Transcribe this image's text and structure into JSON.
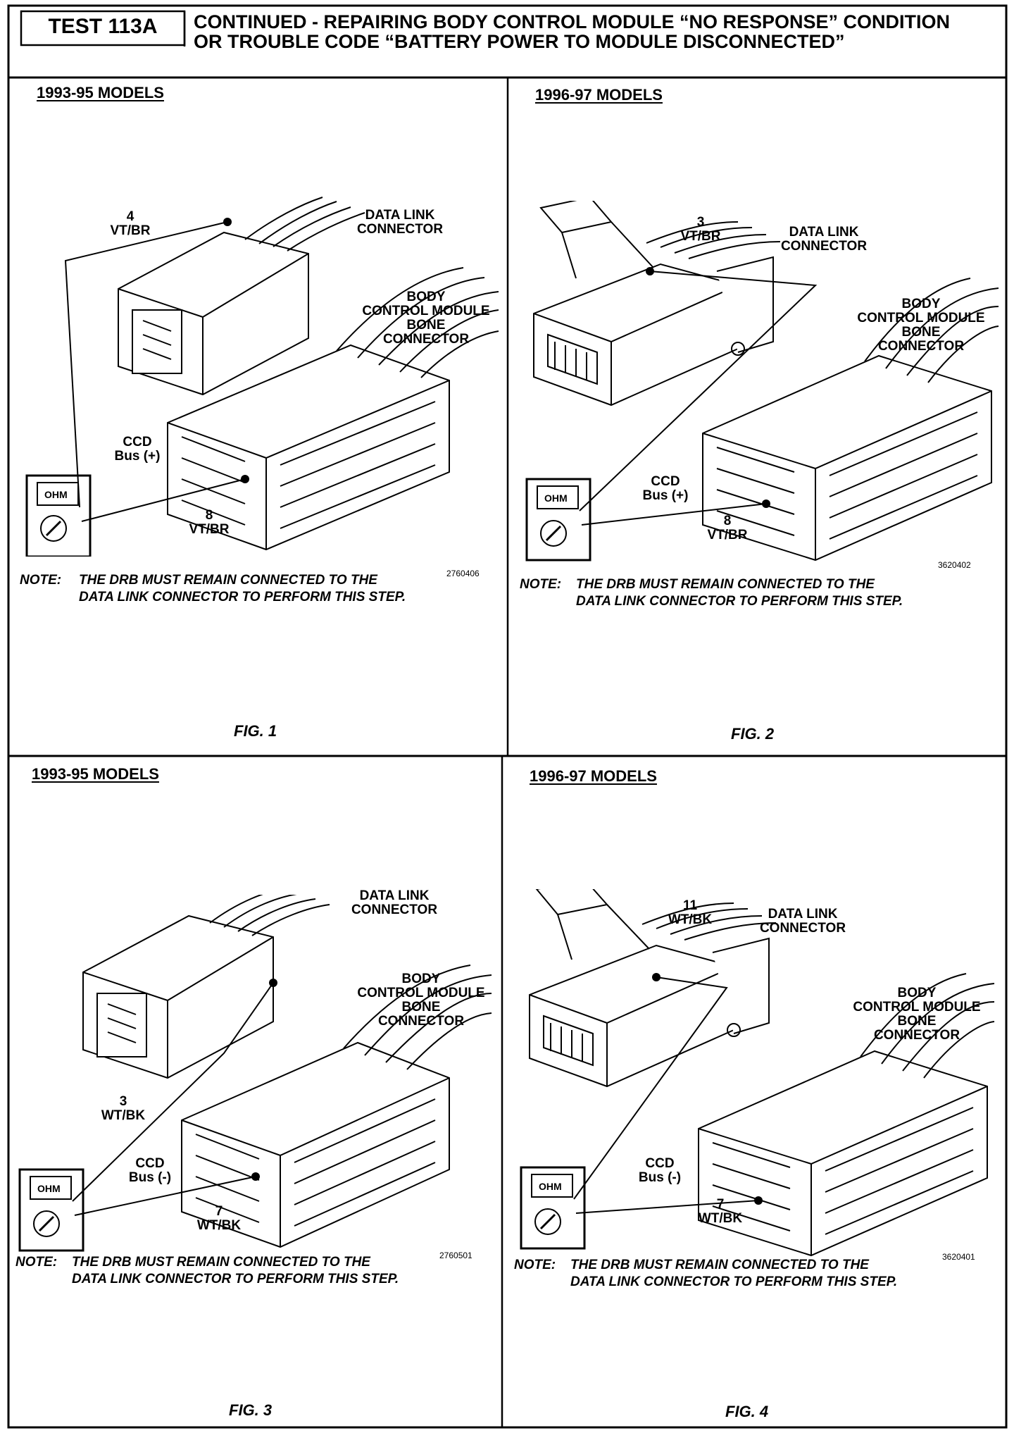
{
  "header": {
    "test_id": "TEST 113A",
    "title_line1": "CONTINUED - REPAIRING BODY CONTROL MODULE “NO RESPONSE” CONDITION",
    "title_line2": "OR TROUBLE CODE “BATTERY POWER TO MODULE DISCONNECTED”"
  },
  "ohm_label": "OHM",
  "figures": [
    {
      "model": "1993-95 MODELS",
      "dlc_pin": "4",
      "dlc_wire": "VT/BR",
      "dlc_label1": "DATA LINK",
      "dlc_label2": "CONNECTOR",
      "bcm_label1": "BODY",
      "bcm_label2": "CONTROL MODULE",
      "bcm_label3": "BONE",
      "bcm_label4": "CONNECTOR",
      "bus_label1": "CCD",
      "bus_label2": "Bus (+)",
      "bcm_pin": "8",
      "bcm_wire": "VT/BR",
      "image_number": "2760406",
      "note_prefix": "NOTE:",
      "note_line1": "THE DRB MUST REMAIN CONNECTED TO THE",
      "note_line2": "DATA LINK CONNECTOR TO PERFORM THIS STEP.",
      "fig_label": "FIG. 1"
    },
    {
      "model": "1996-97 MODELS",
      "dlc_pin": "3",
      "dlc_wire": "VT/BR",
      "dlc_label1": "DATA LINK",
      "dlc_label2": "CONNECTOR",
      "bcm_label1": "BODY",
      "bcm_label2": "CONTROL MODULE",
      "bcm_label3": "BONE",
      "bcm_label4": "CONNECTOR",
      "bus_label1": "CCD",
      "bus_label2": "Bus (+)",
      "bcm_pin": "8",
      "bcm_wire": "VT/BR",
      "image_number": "3620402",
      "note_prefix": "NOTE:",
      "note_line1": "THE DRB MUST REMAIN CONNECTED TO THE",
      "note_line2": "DATA LINK CONNECTOR TO PERFORM THIS STEP.",
      "fig_label": "FIG. 2"
    },
    {
      "model": "1993-95 MODELS",
      "dlc_pin": "3",
      "dlc_wire": "WT/BK",
      "dlc_label1": "DATA LINK",
      "dlc_label2": "CONNECTOR",
      "bcm_label1": "BODY",
      "bcm_label2": "CONTROL MODULE",
      "bcm_label3": "BONE",
      "bcm_label4": "CONNECTOR",
      "bus_label1": "CCD",
      "bus_label2": "Bus (-)",
      "bcm_pin": "7",
      "bcm_wire": "WT/BK",
      "image_number": "2760501",
      "note_prefix": "NOTE:",
      "note_line1": "THE DRB MUST REMAIN CONNECTED TO THE",
      "note_line2": "DATA LINK CONNECTOR TO PERFORM THIS STEP.",
      "fig_label": "FIG. 3"
    },
    {
      "model": "1996-97 MODELS",
      "dlc_pin": "11",
      "dlc_wire": "WT/BK",
      "dlc_label1": "DATA LINK",
      "dlc_label2": "CONNECTOR",
      "bcm_label1": "BODY",
      "bcm_label2": "CONTROL MODULE",
      "bcm_label3": "BONE",
      "bcm_label4": "CONNECTOR",
      "bus_label1": "CCD",
      "bus_label2": "Bus (-)",
      "bcm_pin": "7",
      "bcm_wire": "WT/BK",
      "image_number": "3620401",
      "note_prefix": "NOTE:",
      "note_line1": "THE DRB MUST REMAIN CONNECTED TO THE",
      "note_line2": "DATA LINK CONNECTOR TO PERFORM THIS STEP.",
      "fig_label": "FIG. 4"
    }
  ]
}
